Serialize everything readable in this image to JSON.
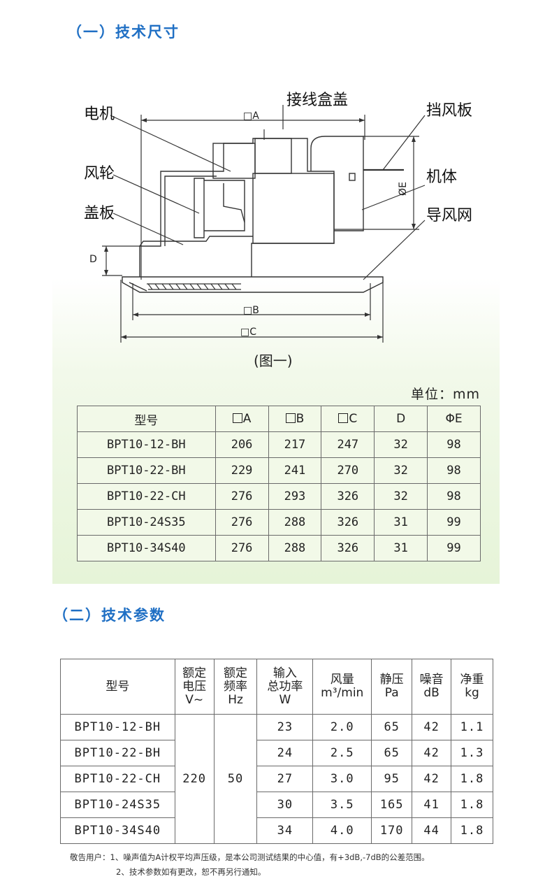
{
  "section1": {
    "title": "（一）技术尺寸"
  },
  "diagram": {
    "labels": {
      "motor": "电机",
      "impeller": "风轮",
      "cover": "盖板",
      "junction_cover": "接线盒盖",
      "damper": "挡风板",
      "body": "机体",
      "grille": "导风网"
    },
    "dims": {
      "a": "□A",
      "b": "□B",
      "c": "□C",
      "d": "D",
      "e": "ØE"
    },
    "caption": "(图一)"
  },
  "unit": "单位：mm",
  "table1": {
    "headers": [
      "型号",
      "A",
      "B",
      "C",
      "D",
      "ΦE"
    ],
    "rows": [
      [
        "BPT10-12-BH",
        "206",
        "217",
        "247",
        "32",
        "98"
      ],
      [
        "BPT10-22-BH",
        "229",
        "241",
        "270",
        "32",
        "98"
      ],
      [
        "BPT10-22-CH",
        "276",
        "293",
        "326",
        "32",
        "98"
      ],
      [
        "BPT10-24S35",
        "276",
        "288",
        "326",
        "31",
        "99"
      ],
      [
        "BPT10-34S40",
        "276",
        "288",
        "326",
        "31",
        "99"
      ]
    ]
  },
  "section2": {
    "title": "（二）技术参数"
  },
  "table2": {
    "headers": {
      "model": "型号",
      "voltage": [
        "额定",
        "电压",
        "V~"
      ],
      "frequency": [
        "额定",
        "频率",
        "Hz"
      ],
      "power": [
        "输入",
        "总功率",
        "W"
      ],
      "airflow": [
        "风量",
        "m³/min"
      ],
      "pressure": [
        "静压",
        "Pa"
      ],
      "noise": [
        "噪音",
        "dB"
      ],
      "weight": [
        "净重",
        "kg"
      ]
    },
    "voltage": "220",
    "frequency": "50",
    "rows": [
      [
        "BPT10-12-BH",
        "23",
        "2.0",
        "65",
        "42",
        "1.1"
      ],
      [
        "BPT10-22-BH",
        "24",
        "2.5",
        "65",
        "42",
        "1.3"
      ],
      [
        "BPT10-22-CH",
        "27",
        "3.0",
        "95",
        "42",
        "1.8"
      ],
      [
        "BPT10-24S35",
        "30",
        "3.5",
        "165",
        "41",
        "1.8"
      ],
      [
        "BPT10-34S40",
        "34",
        "4.0",
        "170",
        "44",
        "1.8"
      ]
    ]
  },
  "notes": {
    "line1": "敬告用户：1、噪声值为A计权平均声压级，是本公司测试结果的中心值，有+3dB,-7dB的公差范围。",
    "line2": "2、技术参数如有更改，恕不再另行通知。"
  }
}
